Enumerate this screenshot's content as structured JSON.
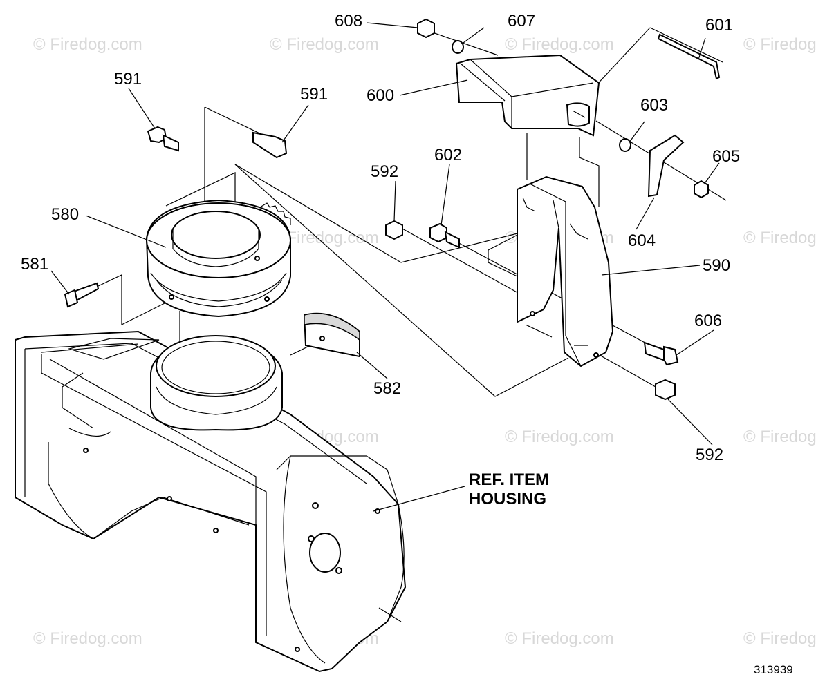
{
  "diagram": {
    "drawing_number": "313939",
    "watermark_text": "© Firedog.com",
    "reference_label": {
      "line1": "REF. ITEM",
      "line2": "HOUSING"
    },
    "callouts": [
      {
        "id": "608",
        "text": "608"
      },
      {
        "id": "607",
        "text": "607"
      },
      {
        "id": "601",
        "text": "601"
      },
      {
        "id": "591a",
        "text": "591"
      },
      {
        "id": "591b",
        "text": "591"
      },
      {
        "id": "600",
        "text": "600"
      },
      {
        "id": "603",
        "text": "603"
      },
      {
        "id": "602",
        "text": "602"
      },
      {
        "id": "592a",
        "text": "592"
      },
      {
        "id": "605",
        "text": "605"
      },
      {
        "id": "580",
        "text": "580"
      },
      {
        "id": "604",
        "text": "604"
      },
      {
        "id": "581",
        "text": "581"
      },
      {
        "id": "590",
        "text": "590"
      },
      {
        "id": "606",
        "text": "606"
      },
      {
        "id": "582",
        "text": "582"
      },
      {
        "id": "592b",
        "text": "592"
      }
    ],
    "colors": {
      "line": "#000000",
      "background": "#ffffff",
      "watermark": "#d8d8d8"
    }
  }
}
